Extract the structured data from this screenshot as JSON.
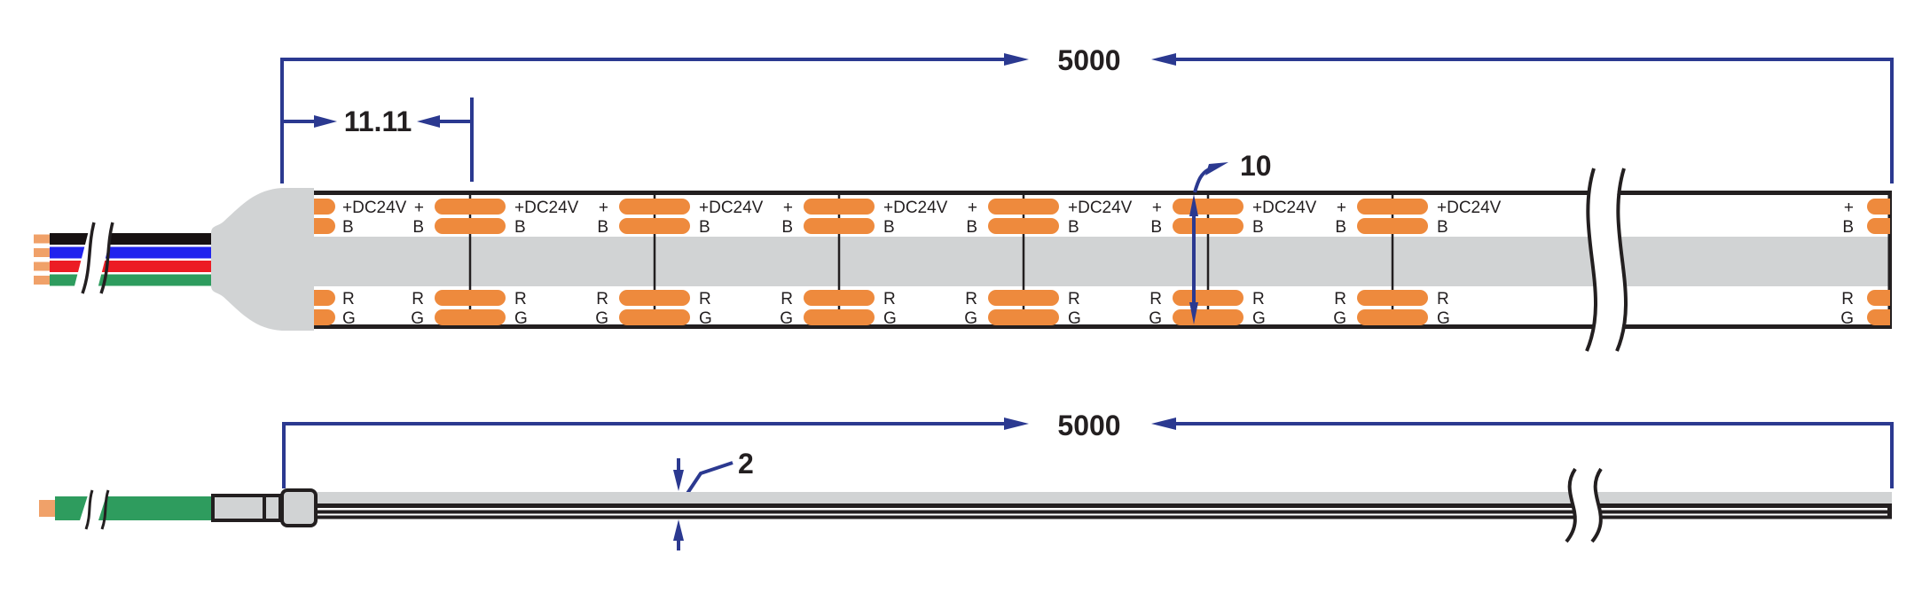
{
  "strip": {
    "pad_labels": {
      "positive_full": "+DC24V",
      "positive_short": "+",
      "b": "B",
      "r": "R",
      "g": "G"
    },
    "cut_line_count": 6
  },
  "dimensions": {
    "top_length": "5000",
    "cut_increment": "11.11",
    "strip_width": "10",
    "side_length": "5000",
    "thickness": "2"
  },
  "colors": {
    "dimension_blue": "#2B3990",
    "pad_orange": "#EE8A3D",
    "strip_gray": "#D1D3D4",
    "outline_black": "#231F20",
    "text_black": "#231F20",
    "wire_black": "#171112",
    "wire_blue": "#2023EE",
    "wire_red": "#EC1C24",
    "wire_green": "#2E9C5E",
    "tip_orange": "#F0A169"
  }
}
